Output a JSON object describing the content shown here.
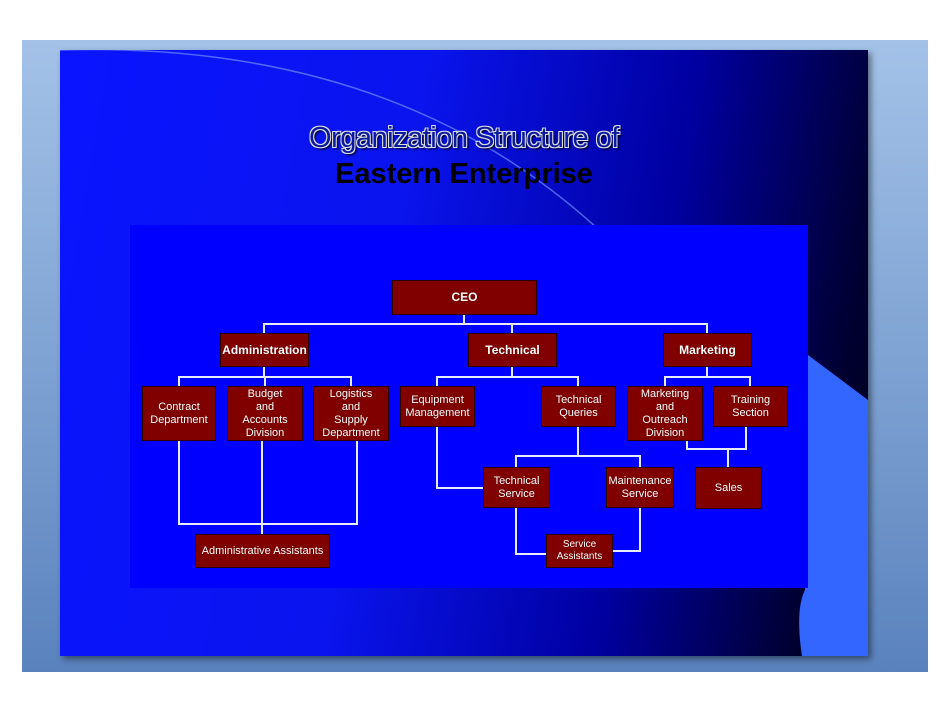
{
  "slide": {
    "title_line1": "Organization  Structure of",
    "title_line2": "Eastern Enterprise"
  },
  "colors": {
    "panel": "#0000ff",
    "box": "#800000",
    "connector": "#ffffff"
  },
  "org_chart": {
    "ceo": "CEO",
    "administration": "Administration",
    "technical": "Technical",
    "marketing": "Marketing",
    "contract_department": "Contract\nDepartment",
    "budget_accounts": "Budget\nand\nAccounts\nDivision",
    "logistics_supply": "Logistics\nand\nSupply\nDepartment",
    "equipment_management": "Equipment\nManagement",
    "technical_queries": "Technical\nQueries",
    "marketing_outreach": "Marketing\nand\nOutreach\nDivision",
    "training_section": "Training\nSection",
    "technical_service": "Technical\nService",
    "maintenance_service": "Maintenance\nService",
    "sales": "Sales",
    "administrative_assistants": "Administrative Assistants",
    "service_assistants": "Service\nAssistants"
  }
}
